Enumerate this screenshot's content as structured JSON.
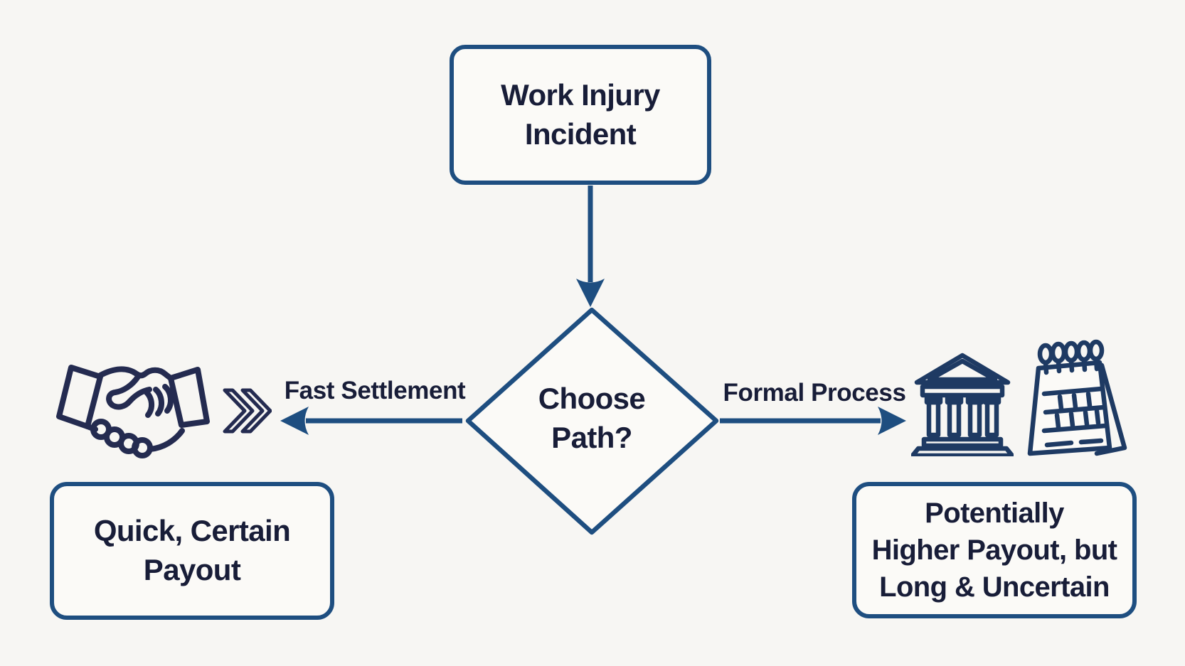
{
  "title": "Work injury settlement decision flowchart",
  "colors": {
    "background": "#f7f6f3",
    "node_fill": "#fbfaf7",
    "stroke_blue": "#1e4e80",
    "text_navy": "#181d38",
    "icon_dark_navy": "#242b50",
    "icon_blue_navy": "#1e3a63"
  },
  "nodes": {
    "incident": {
      "lines": [
        "Work Injury",
        "Incident"
      ]
    },
    "decision": {
      "lines": [
        "Choose",
        "Path?"
      ]
    },
    "outcome_fast": {
      "lines": [
        "Quick, Certain",
        "Payout"
      ]
    },
    "outcome_formal": {
      "lines": [
        "Potentially",
        "Higher Payout, but",
        "Long & Uncertain"
      ]
    }
  },
  "edges": {
    "fast_label": "Fast Settlement",
    "formal_label": "Formal Process"
  },
  "icons": {
    "left_path": [
      "handshake-icon",
      "double-chevron-icon"
    ],
    "right_path": [
      "courthouse-icon",
      "calendar-icon"
    ]
  }
}
